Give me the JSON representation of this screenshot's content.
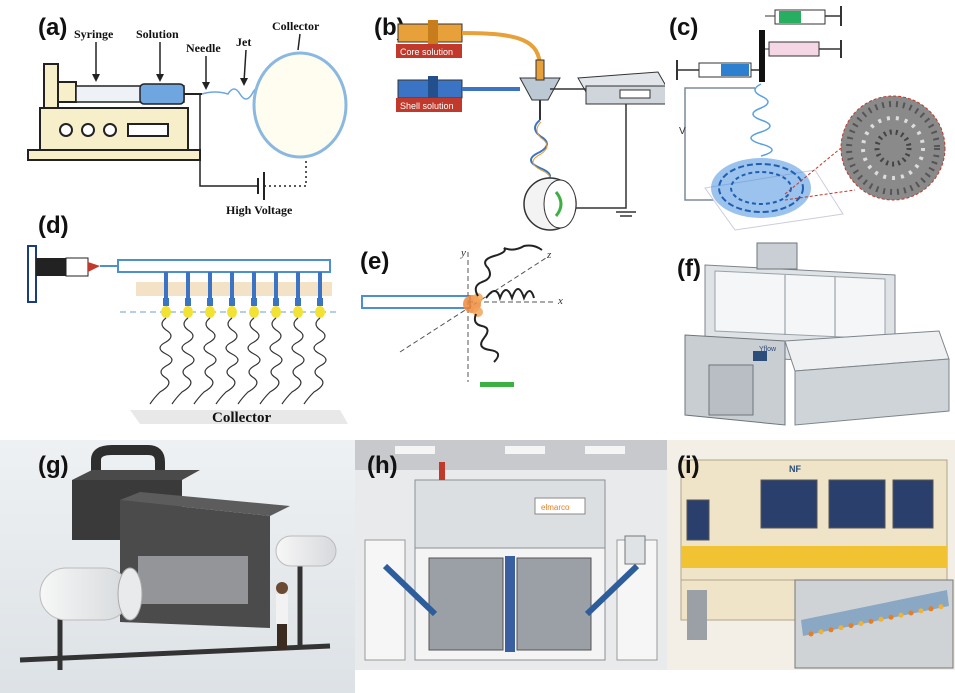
{
  "panel_a": {
    "label": "(a)",
    "syringe": "Syringe",
    "solution": "Solution",
    "needle": "Needle",
    "jet": "Jet",
    "collector": "Collector",
    "high_voltage": "High Voltage"
  },
  "panel_b": {
    "label": "(b)",
    "core_solution": "Core solution",
    "shell_solution": "Shell solution"
  },
  "panel_c": {
    "label": "(c)",
    "voltage": "V"
  },
  "panel_d": {
    "label": "(d)",
    "collector": "Collector"
  },
  "panel_e": {
    "label": "(e)",
    "axis_x": "x",
    "axis_y": "y",
    "axis_z": "z"
  },
  "panel_f": {
    "label": "(f)",
    "brand": "Yflow"
  },
  "panel_g": {
    "label": "(g)"
  },
  "panel_h": {
    "label": "(h)",
    "brand": "elmarco"
  },
  "panel_i": {
    "label": "(i)",
    "brand": "NF"
  },
  "colors": {
    "blue_tube": "#3b74c4",
    "orange_tube": "#e8a13a",
    "red_box": "#c0392b",
    "yellow_drop": "#f2e233",
    "green_bar": "#3cb043"
  }
}
